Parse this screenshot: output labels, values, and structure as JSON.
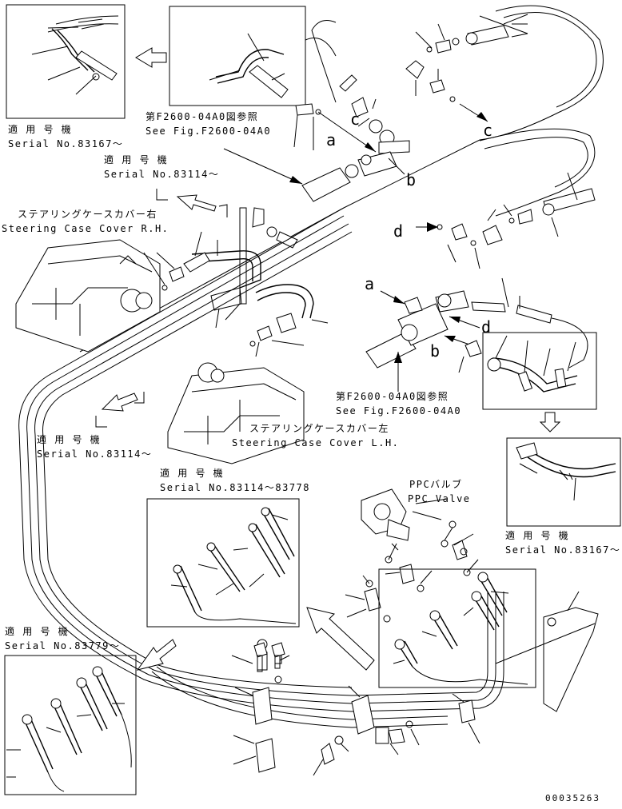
{
  "labels": {
    "serial_top_left_jp": "適 用 号 機",
    "serial_top_left_en": "Serial No.83167〜",
    "ref_top_jp": "第F2600-04A0図参照",
    "ref_top_en": "See Fig.F2600-04A0",
    "serial_mid_jp": "適 用 号 機",
    "serial_mid_en": "Serial No.83114〜",
    "rh_cover_jp": "ステアリングケースカバー右",
    "rh_cover_en": "Steering Case Cover R.H.",
    "ref_mid_jp": "第F2600-04A0図参照",
    "ref_mid_en": "See Fig.F2600-04A0",
    "serial_left_jp": "適 用 号 機",
    "serial_left_en": "Serial No.83114〜",
    "lh_cover_jp": "ステアリングケースカバー左",
    "lh_cover_en": "Steering Case Cover L.H.",
    "serial_range_jp": "適 用 号 機",
    "serial_range_en": "Serial No.83114〜83778",
    "ppc_jp": "PPCバルブ",
    "ppc_en": "PPC Valve",
    "serial_right_jp": "適 用 号 機",
    "serial_right_en": "Serial No.83167〜",
    "serial_bottom_jp": "適 用 号 機",
    "serial_bottom_en": "Serial No.83779〜"
  },
  "letters": {
    "c_left": "c",
    "c_right": "c",
    "a_top": "a",
    "b_top": "b",
    "d_left": "d",
    "a_mid": "a",
    "d_mid": "d",
    "b_mid": "b"
  },
  "part_number": "00035263"
}
